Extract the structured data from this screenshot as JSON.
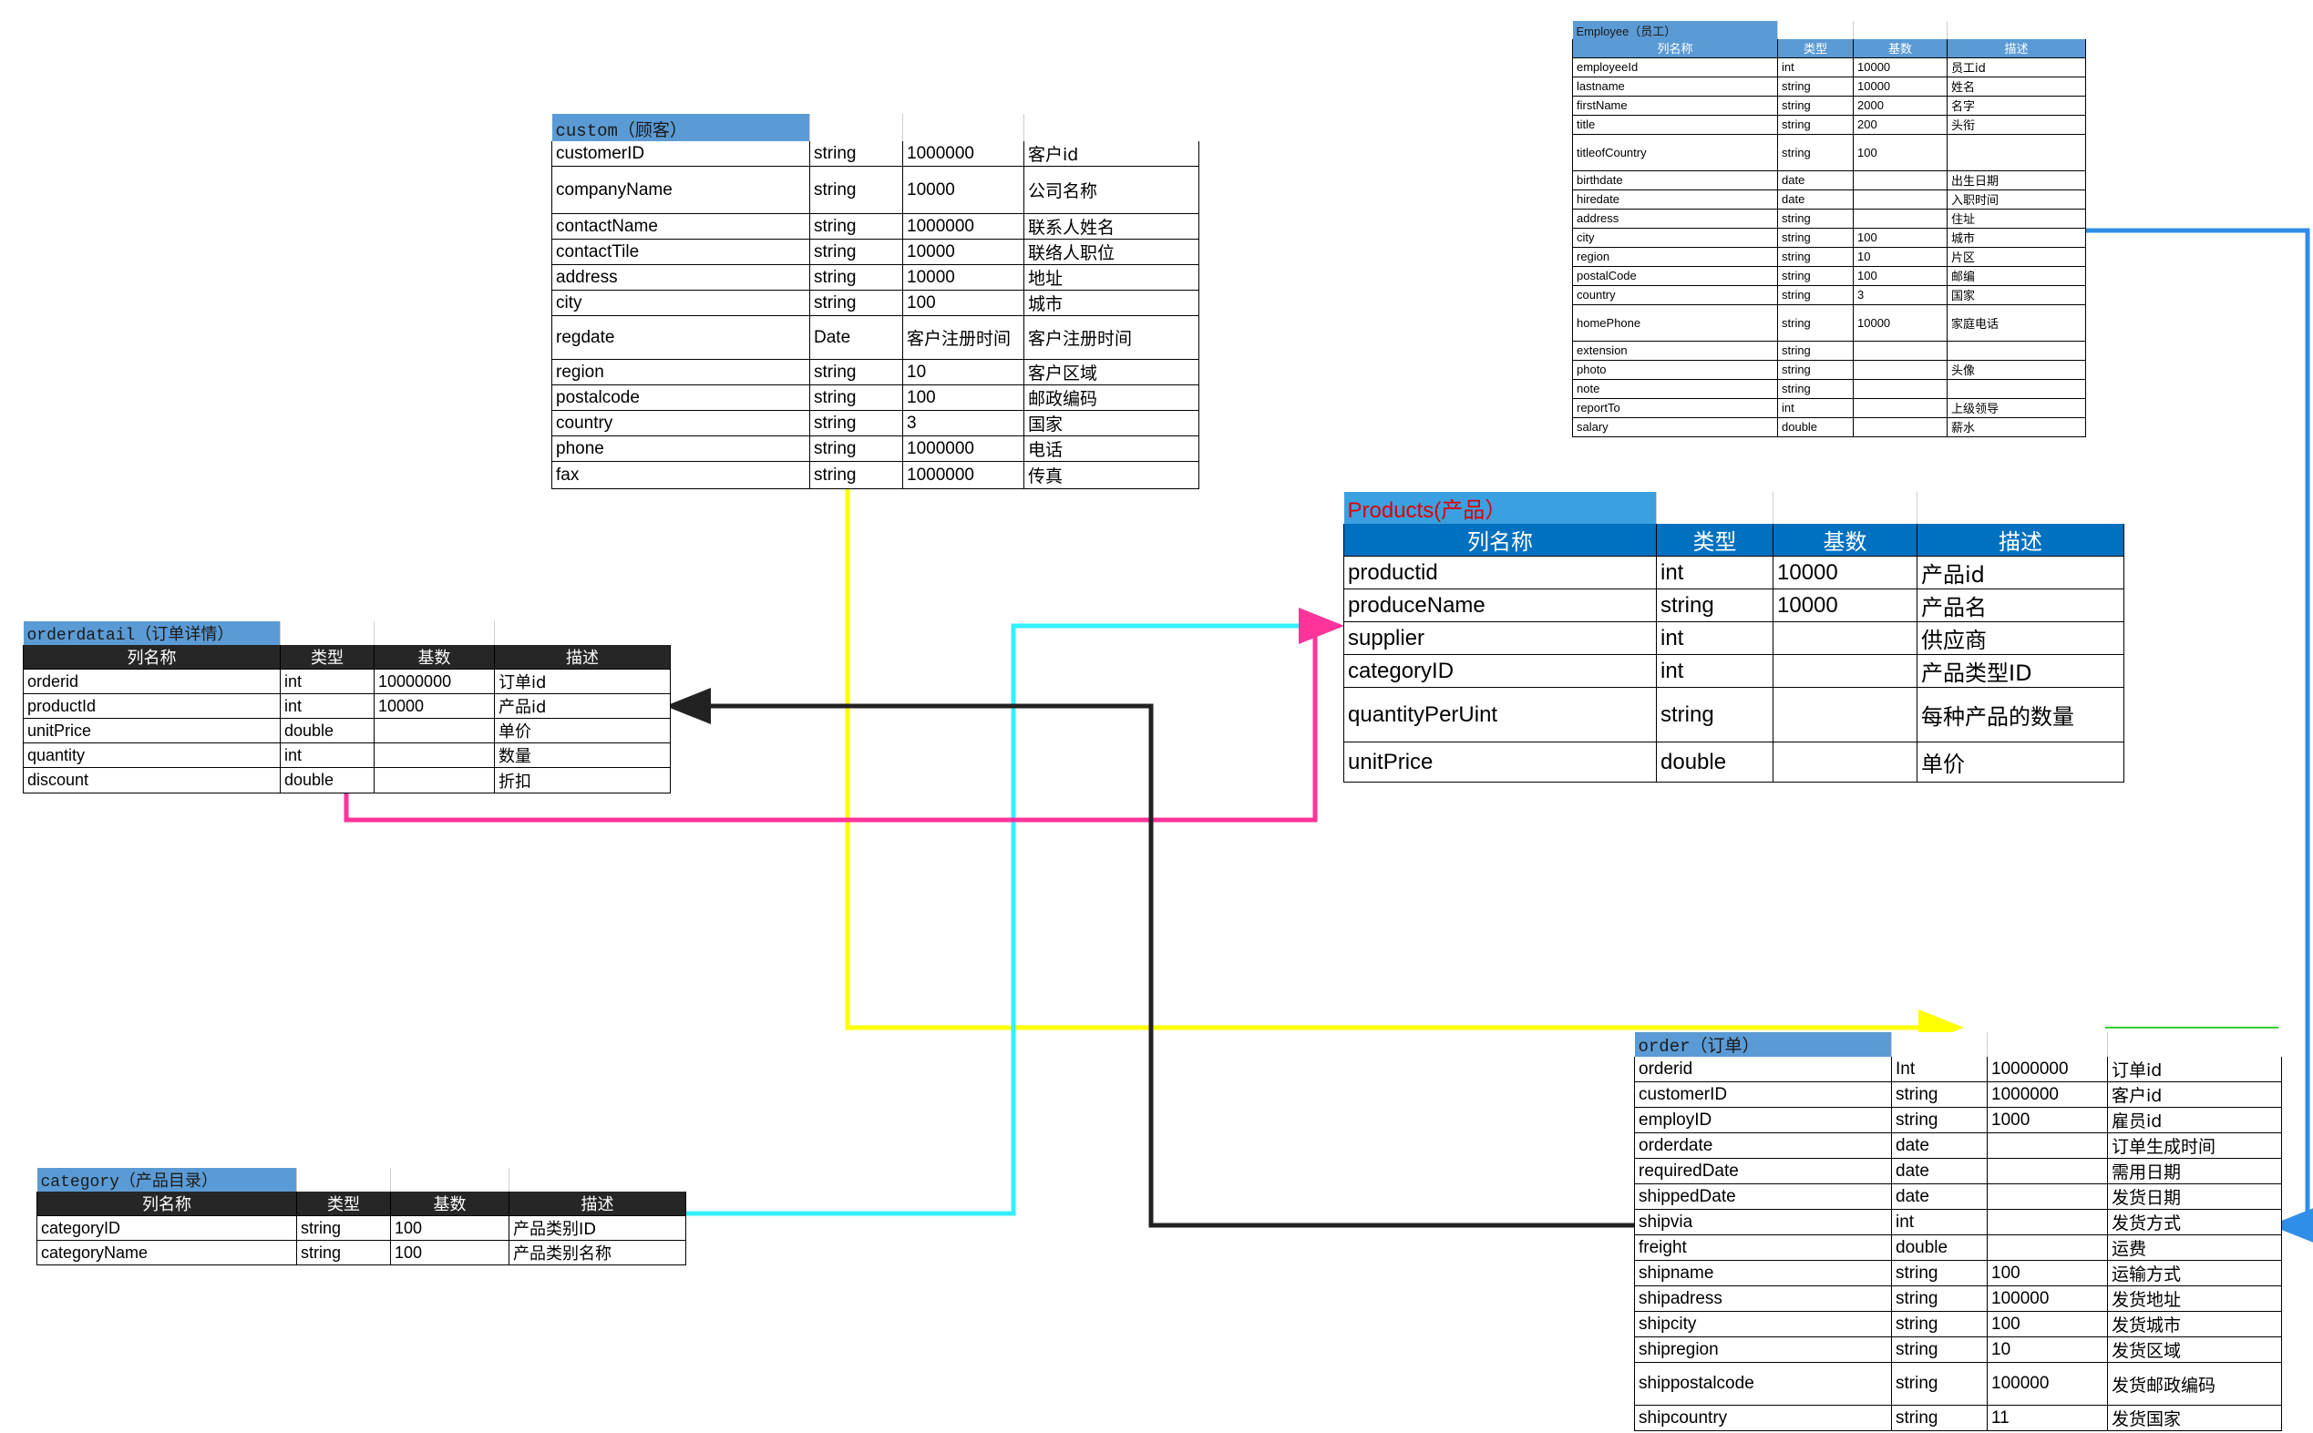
{
  "colors": {
    "caption_blue": "#5b9bd5",
    "header_dark": "#262626",
    "header_blue": "#0070c0",
    "products_title": "#e00000",
    "link_yellow": "#ffff00",
    "link_cyan": "#33f0ff",
    "link_magenta": "#ff3399",
    "link_black": "#222222",
    "link_blue": "#2f8fe8"
  },
  "tables": {
    "custom": {
      "title": "custom（顾客）",
      "rows": [
        [
          "customerID",
          "string",
          "1000000",
          "客户id"
        ],
        [
          "companyName",
          "string",
          "10000",
          "公司名称"
        ],
        [
          "contactName",
          "string",
          "1000000",
          "联系人姓名"
        ],
        [
          "contactTile",
          "string",
          "10000",
          "联络人职位"
        ],
        [
          "address",
          "string",
          "10000",
          "地址"
        ],
        [
          "city",
          "string",
          "100",
          "城市"
        ],
        [
          "regdate",
          "Date",
          "客户注册时间",
          "客户注册时间"
        ],
        [
          "region",
          "string",
          "10",
          "客户区域"
        ],
        [
          "postalcode",
          "string",
          "100",
          "邮政编码"
        ],
        [
          "country",
          "string",
          "3",
          "国家"
        ],
        [
          "phone",
          "string",
          "1000000",
          "电话"
        ],
        [
          "fax",
          "string",
          "1000000",
          "传真"
        ]
      ]
    },
    "employee": {
      "title": "Employee（员工）",
      "header": [
        "列名称",
        "类型",
        "基数",
        "描述"
      ],
      "rows": [
        [
          "employeeId",
          "int",
          "10000",
          "员工id"
        ],
        [
          "lastname",
          "string",
          "10000",
          "姓名"
        ],
        [
          "firstName",
          "string",
          "2000",
          "名字"
        ],
        [
          "title",
          "string",
          "200",
          "头衔"
        ],
        [
          "titleofCountry",
          "string",
          "100",
          ""
        ],
        [
          "birthdate",
          "date",
          "",
          "出生日期"
        ],
        [
          "hiredate",
          "date",
          "",
          "入职时间"
        ],
        [
          "address",
          "string",
          "",
          "住址"
        ],
        [
          "city",
          "string",
          "100",
          "城市"
        ],
        [
          "region",
          "string",
          "10",
          "片区"
        ],
        [
          "postalCode",
          "string",
          "100",
          "邮编"
        ],
        [
          "country",
          "string",
          "3",
          "国家"
        ],
        [
          "homePhone",
          "string",
          "10000",
          "家庭电话"
        ],
        [
          "extension",
          "string",
          "",
          ""
        ],
        [
          "photo",
          "string",
          "",
          "头像"
        ],
        [
          "note",
          "string",
          "",
          ""
        ],
        [
          "reportTo",
          "int",
          "",
          "上级领导"
        ],
        [
          "salary",
          "double",
          "",
          "薪水"
        ]
      ]
    },
    "products": {
      "title": "Products(产品）",
      "header": [
        "列名称",
        "类型",
        "基数",
        "描述"
      ],
      "rows": [
        [
          "productid",
          "int",
          "10000",
          "产品id"
        ],
        [
          "produceName",
          "string",
          "10000",
          "产品名"
        ],
        [
          "supplier",
          "int",
          "",
          "供应商"
        ],
        [
          "categoryID",
          "int",
          "",
          "产品类型ID"
        ],
        [
          "quantityPerUint",
          "string",
          "",
          "每种产品的数量"
        ],
        [
          "unitPrice",
          "double",
          "",
          "单价"
        ]
      ]
    },
    "orderdatail": {
      "title": "orderdatail（订单详情）",
      "header": [
        "列名称",
        "类型",
        "基数",
        "描述"
      ],
      "rows": [
        [
          "orderid",
          "int",
          "10000000",
          "订单id"
        ],
        [
          "productId",
          "int",
          "10000",
          "产品id"
        ],
        [
          "unitPrice",
          "double",
          "",
          "单价"
        ],
        [
          "quantity",
          "int",
          "",
          "数量"
        ],
        [
          "discount",
          "double",
          "",
          "折扣"
        ]
      ]
    },
    "category": {
      "title": "category（产品目录）",
      "header": [
        "列名称",
        "类型",
        "基数",
        "描述"
      ],
      "rows": [
        [
          "categoryID",
          "string",
          "100",
          "产品类别ID"
        ],
        [
          "categoryName",
          "string",
          "100",
          "产品类别名称"
        ]
      ]
    },
    "order": {
      "title": "order（订单）",
      "rows": [
        [
          "orderid",
          "Int",
          "10000000",
          "订单id"
        ],
        [
          "customerID",
          "string",
          "1000000",
          "客户id"
        ],
        [
          "employID",
          "string",
          "1000",
          "雇员id"
        ],
        [
          "orderdate",
          "date",
          "",
          "订单生成时间"
        ],
        [
          "requiredDate",
          "date",
          "",
          "需用日期"
        ],
        [
          "shippedDate",
          "date",
          "",
          "发货日期"
        ],
        [
          "shipvia",
          "int",
          "",
          "发货方式"
        ],
        [
          "freight",
          "double",
          "",
          "运费"
        ],
        [
          "shipname",
          "string",
          "100",
          "运输方式"
        ],
        [
          "shipadress",
          "string",
          "100000",
          "发货地址"
        ],
        [
          "shipcity",
          "string",
          "100",
          "发货城市"
        ],
        [
          "shipregion",
          "string",
          "10",
          "发货区域"
        ],
        [
          "shippostalcode",
          "string",
          "100000",
          "发货邮政编码"
        ],
        [
          "shipcountry",
          "string",
          "11",
          "发货国家"
        ]
      ]
    }
  }
}
